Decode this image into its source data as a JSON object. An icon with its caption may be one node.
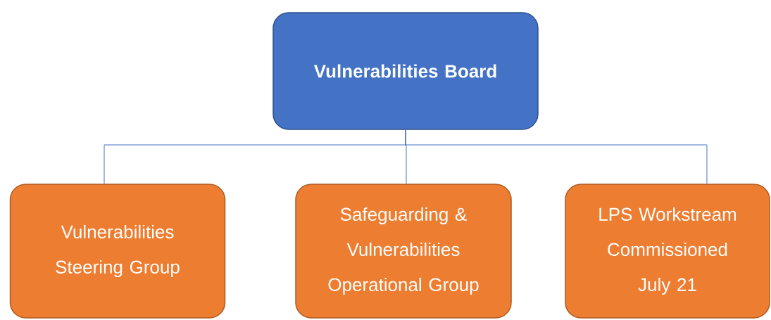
{
  "diagram": {
    "nodes": [
      {
        "text": [
          "Vulnerabilities Board"
        ]
      },
      {
        "text": [
          "Vulnerabilities Steering Group"
        ]
      },
      {
        "text": [
          "Safeguarding & Vulnerabilities Operational Group"
        ]
      },
      {
        "text": [
          "LPS Workstream Commissioned July 21"
        ]
      }
    ],
    "edges": [
      {
        "from": 0,
        "to": 1,
        "arrow": "none"
      },
      {
        "from": 0,
        "to": 2,
        "arrow": "none"
      },
      {
        "from": 0,
        "to": 3,
        "arrow": "none"
      }
    ]
  }
}
